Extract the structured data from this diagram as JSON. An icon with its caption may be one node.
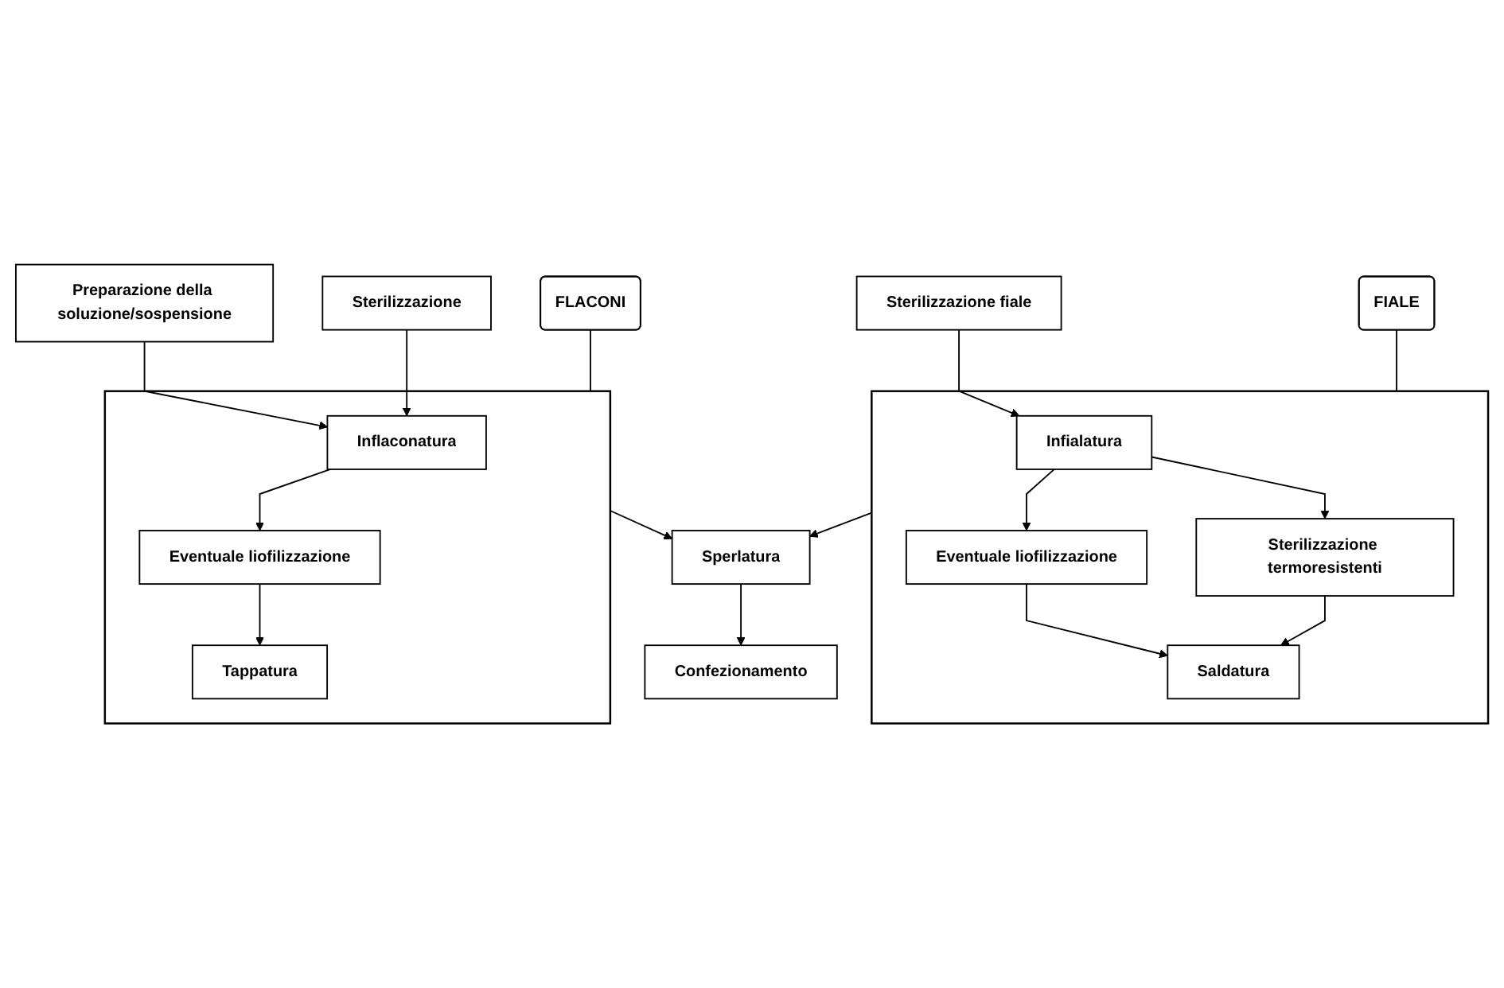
{
  "diagram": {
    "nodes": [
      {
        "text": [
          "Sterilizzazione fiale"
        ]
      },
      {
        "text": [
          "Preparazione della soluzione/sospensione"
        ]
      },
      {
        "text": [
          "Sterilizzazione"
        ]
      },
      {
        "text": [],
        "shape": "box"
      },
      {
        "text": [
          "Infialatura"
        ],
        "in": 3
      },
      {
        "text": [
          "Eventuale liofilizzazione"
        ],
        "in": 3
      },
      {
        "text": [
          "Sterilizzazione termoresistenti"
        ],
        "in": 3
      },
      {
        "text": [
          "Saldatura"
        ],
        "in": 3
      },
      {
        "text": [],
        "shape": "box"
      },
      {
        "text": [
          "Inflaconatura"
        ],
        "in": 8
      },
      {
        "text": [
          "Eventuale liofilizzazione"
        ],
        "in": 8
      },
      {
        "text": [
          "Tappatura"
        ],
        "in": 8
      },
      {
        "text": [
          "Sperlatura"
        ]
      },
      {
        "text": [
          "Confezionamento"
        ]
      },
      {
        "text": [
          "FIALE"
        ]
      },
      {
        "text": [
          "FLACONI"
        ]
      }
    ],
    "edges": [
      {
        "from": 0,
        "to": 4,
        "arrow": "to"
      },
      {
        "from": 4,
        "to": 5,
        "arrow": "to"
      },
      {
        "from": 4,
        "to": 6,
        "arrow": "to"
      },
      {
        "from": 5,
        "to": 7,
        "arrow": "to"
      },
      {
        "from": 6,
        "to": 7,
        "arrow": "to"
      },
      {
        "from": 1,
        "to": 9,
        "arrow": "to"
      },
      {
        "from": 2,
        "to": 9,
        "arrow": "to"
      },
      {
        "from": 9,
        "to": 10,
        "arrow": "to"
      },
      {
        "from": 10,
        "to": 11,
        "arrow": "to"
      },
      {
        "from": 3,
        "to": 12,
        "arrow": "to"
      },
      {
        "from": 8,
        "to": 12,
        "arrow": "to"
      },
      {
        "from": 12,
        "to": 13,
        "arrow": "to"
      },
      {
        "from": 14,
        "to": 3,
        "arrow": "none"
      },
      {
        "from": 15,
        "to": 8,
        "arrow": "none"
      }
    ]
  }
}
